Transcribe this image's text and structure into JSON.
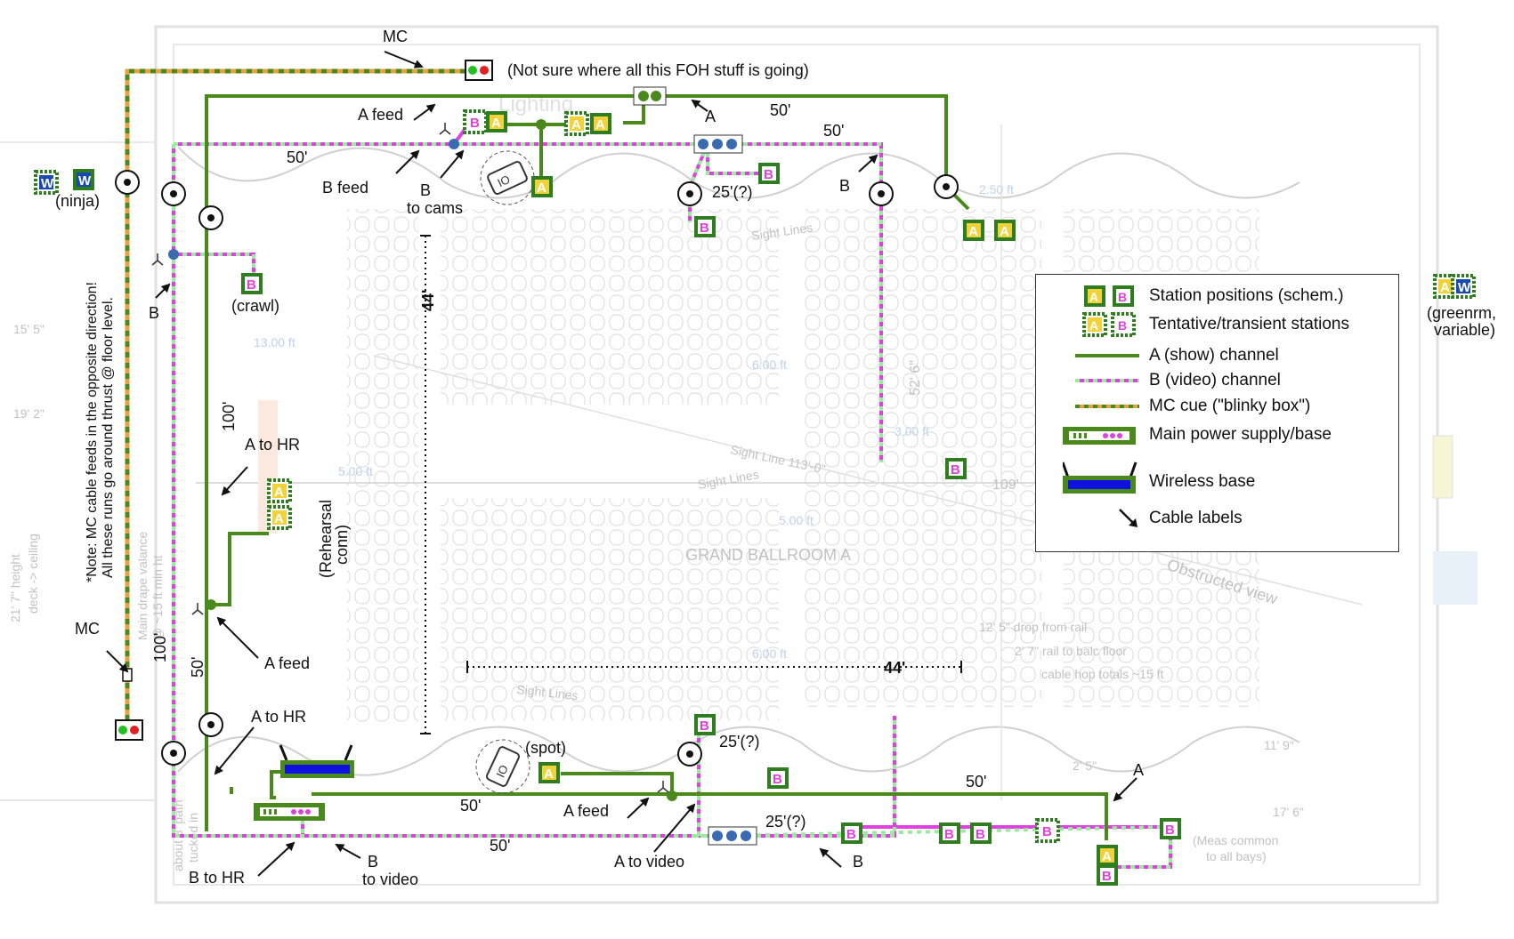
{
  "title": "Grand Ballroom A comms cable plan",
  "colors": {
    "a_channel": "#4a8a1c",
    "b_channel": "#e040e0",
    "mc_orange": "#e8a040",
    "station_green": "#2e7d1e",
    "station_a_fill": "#f2d23a",
    "wireless_blue": "#1010e0",
    "blinky_red": "#e02020",
    "blinky_green": "#20c020"
  },
  "legend": {
    "items": [
      {
        "symbol": "station-pair",
        "label": "Station positions (schem.)"
      },
      {
        "symbol": "tentative-station-pair",
        "label": "Tentative/transient stations"
      },
      {
        "symbol": "a-line",
        "label": "A (show) channel"
      },
      {
        "symbol": "b-line",
        "label": "B (video) channel"
      },
      {
        "symbol": "mc-line",
        "label": "MC cue    (\"blinky box\")"
      },
      {
        "symbol": "power-base",
        "label": "Main power supply/base"
      },
      {
        "symbol": "wireless-base",
        "label": "Wireless base"
      },
      {
        "symbol": "arrow",
        "label": "Cable labels"
      }
    ]
  },
  "annotations": {
    "mc_top": "MC",
    "foh_note": "(Not sure where all this FOH stuff is going)",
    "a_feed_top": "A  feed",
    "a_top_right": "A",
    "b_feed_top": "B  feed",
    "b_to_cams_1": "B",
    "b_to_cams_2": "to cams",
    "b_top_right": "B",
    "ninja": "(ninja)",
    "crawl": "(crawl)",
    "b_left": "B",
    "a_to_hr_upper": "A to HR",
    "rehearsal_1": "(Rehearsal",
    "rehearsal_2": "conn)",
    "a_feed_left": "A  feed",
    "mc_left": "MC",
    "a_to_hr_lower": "A to HR",
    "spot": "(spot)",
    "a_feed_bottom": "A  feed",
    "a_to_video": "A  to video",
    "b_bottom": "B",
    "b_to_hr": "B to HR",
    "b_to_video_1": "B",
    "b_to_video_2": "to video",
    "a_bottom_right": "A",
    "greenrm_1": "(greenrm,",
    "greenrm_2": "variable)",
    "note_1": "*Note:  MC cable feeds in the opposite direction!",
    "note_2": "All these runs go around thrust @ floor level."
  },
  "dimensions": {
    "top_50_left": "50'",
    "top_50_mid": "50'",
    "top_50_right": "50'",
    "top_25q": "25'(?)",
    "left_100_upper": "100'",
    "left_100_lower": "100'",
    "left_50": "50'",
    "bottom_50_left": "50'",
    "bottom_50_mid": "50'",
    "bottom_50_right": "50'",
    "bottom_25q_upper": "25'(?)",
    "bottom_25q_lower": "25'(?)",
    "vertical_44": "44'",
    "horizontal_44": "44'"
  },
  "background_plan": {
    "room_name": "GRAND BALLROOM A",
    "obstructed": "Obstructed view",
    "sight_lines": "Sight Lines",
    "sight_line_113": "Sight Line 113'-0\"",
    "dim_109": "109'",
    "dim_52_6": "52' 6\"",
    "dim_6ft_a": "6.00 ft",
    "dim_6ft_b": "6.00 ft",
    "dim_5ft_a": "5.00 ft",
    "dim_5ft_b": "5.00 ft",
    "dim_3ft": "3.00 ft",
    "dim_13ft": "13.00 ft",
    "dim_250": "2.50 ft",
    "left_15_5": "15' 5\"",
    "left_19_2": "19' 2\"",
    "left_21_7": "21' 7\" height",
    "left_deck": "deck -> ceiling",
    "drape_1": "Main drape valance",
    "drape_2": "@ ~15 ft min ht",
    "drop_rail": "12' 5\" drop from rail",
    "rail_balc": "2' 7\" rail to balc floor",
    "cable_hop": "cable hop totals ~15 ft",
    "dim_11_9": "11' 9\"",
    "dim_17_6": "17' 6\"",
    "dim_2_5": "2' 5\"",
    "meas_1": "(Meas common",
    "meas_2": "to all bays)",
    "lighting": "Lighting",
    "path_1": "about 8' path",
    "path_2": "tucked in"
  },
  "stations": {
    "a": "A",
    "b": "B",
    "w": "W"
  }
}
